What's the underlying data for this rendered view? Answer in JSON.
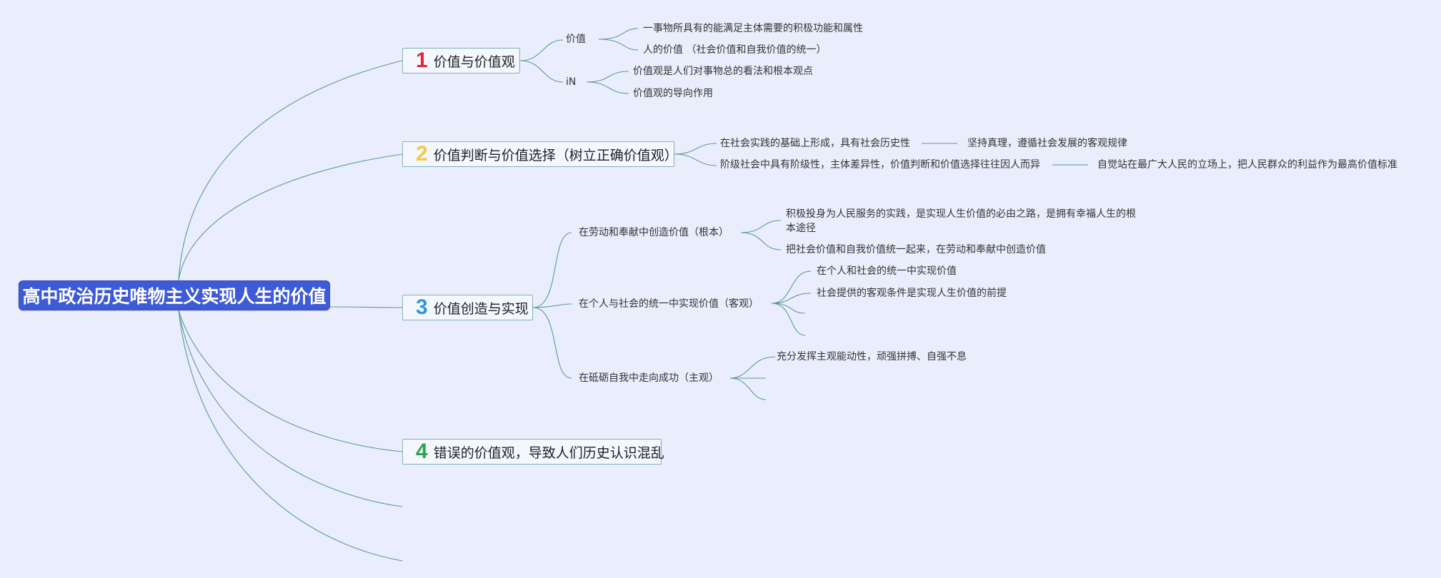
{
  "root": {
    "title": "高中政治历史唯物主义实现人生的价值",
    "color": "#3f5ad6"
  },
  "topics": [
    {
      "num": "1",
      "num_color": "#e0283c",
      "label": "价值与价值观"
    },
    {
      "num": "2",
      "num_color": "#f3c94a",
      "label": "价值判断与价值选择（树立正确价值观）"
    },
    {
      "num": "3",
      "num_color": "#2f97d8",
      "label": "价值创造与实现"
    },
    {
      "num": "4",
      "num_color": "#2aa64a",
      "label": "错误的价值观，导致人们历史认识混乱"
    }
  ],
  "branch1": {
    "value": {
      "label": "价值",
      "items": [
        "一事物所具有的能满足主体需要的积极功能和属性",
        "人的价值 （社会价值和自我价值的统一）"
      ]
    },
    "concept": {
      "label": "iN",
      "items": [
        "价值观是人们对事物总的看法和根本观点",
        "价值观的导向作用"
      ]
    }
  },
  "branch2": {
    "rows": [
      {
        "label": "在社会实践的基础上形成，具有社会历史性",
        "extra": "坚持真理，遵循社会发展的客观规律"
      },
      {
        "label": "阶级社会中具有阶级性，主体差异性，价值判断和价值选择往往因人而异",
        "extra": "自觉站在最广大人民的立场上，把人民群众的利益作为最高价值标准"
      }
    ]
  },
  "branch3": {
    "labor": {
      "label": "在劳动和奉献中创造价值（根本）",
      "items": [
        "积极投身为人民服务的实践，是实现人生价值的必由之路，是拥有幸福人生的根本途径",
        "把社会价值和自我价值统一起来，在劳动和奉献中创造价值"
      ]
    },
    "unity": {
      "label": "在个人与社会的统一中实现价值（客观）",
      "items": [
        "在个人和社会的统一中实现价值",
        "社会提供的客观条件是实现人生价值的前提"
      ]
    },
    "self": {
      "label": "在砥砺自我中走向成功（主观）",
      "items": [
        "充分发挥主观能动性，顽强拼搏、自强不息"
      ]
    }
  },
  "colors": {
    "background": "#eaeefc",
    "line": "#5b9a96",
    "topic_border": "#7fb2b0"
  }
}
